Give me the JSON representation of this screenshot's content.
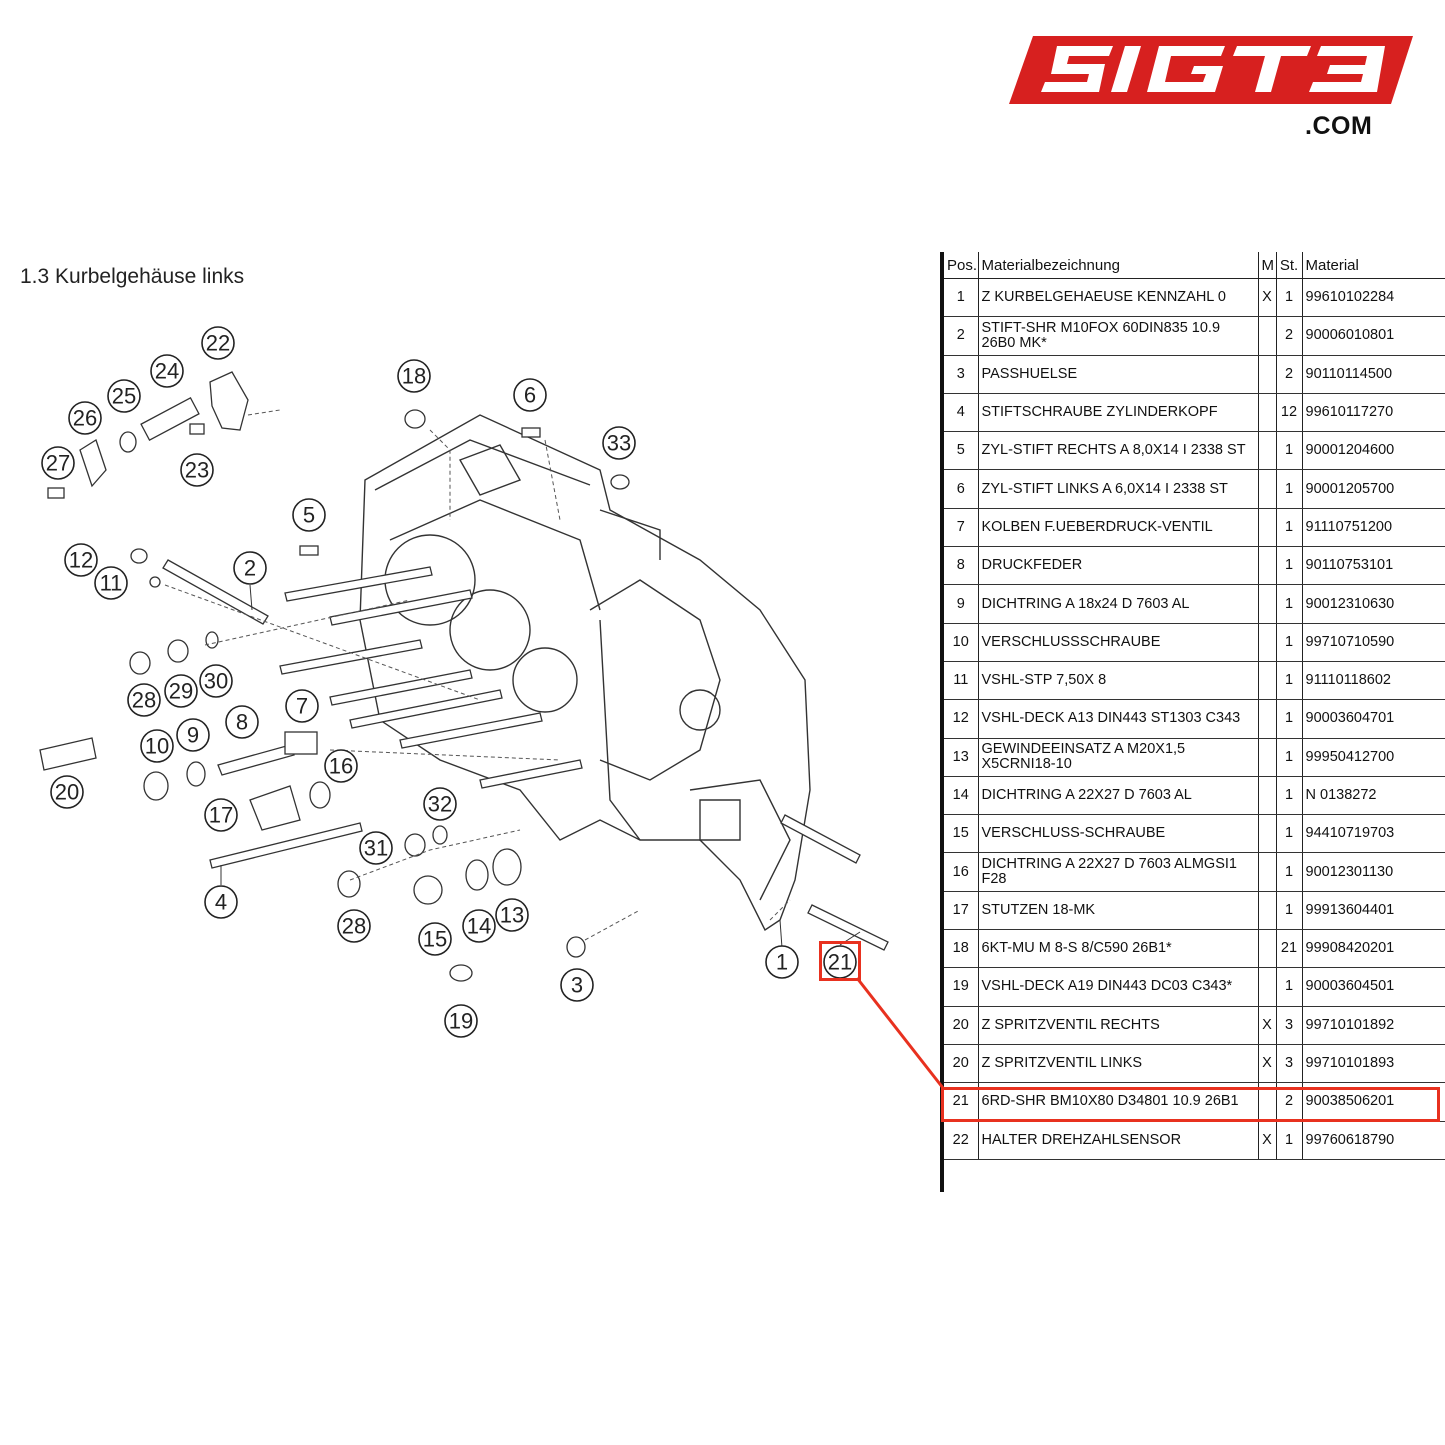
{
  "logo": {
    "brand": "51GT3",
    "domain": ".COM",
    "color": "#d7201f"
  },
  "section_title": "1.3  Kurbelgehäuse links",
  "diagram": {
    "callouts": [
      "22",
      "24",
      "25",
      "26",
      "27",
      "23",
      "18",
      "6",
      "33",
      "5",
      "12",
      "2",
      "11",
      "28",
      "29",
      "30",
      "7",
      "8",
      "10",
      "9",
      "16",
      "20",
      "17",
      "32",
      "31",
      "4",
      "28",
      "15",
      "14",
      "13",
      "19",
      "3",
      "1",
      "21"
    ],
    "highlighted_callout": "21"
  },
  "table": {
    "headers": {
      "pos": "Pos.",
      "name": "Materialbezeichnung",
      "m": "M",
      "st": "St.",
      "material": "Material"
    },
    "rows": [
      {
        "pos": "1",
        "name": "Z KURBELGEHAEUSE KENNZAHL 0",
        "m": "X",
        "st": "1",
        "material": "99610102284"
      },
      {
        "pos": "2",
        "name": "STIFT-SHR M10FOX 60DIN835 10.9 26B0 MK*",
        "m": "",
        "st": "2",
        "material": "90006010801"
      },
      {
        "pos": "3",
        "name": "PASSHUELSE",
        "m": "",
        "st": "2",
        "material": "90110114500"
      },
      {
        "pos": "4",
        "name": "STIFTSCHRAUBE ZYLINDERKOPF",
        "m": "",
        "st": "12",
        "material": "99610117270"
      },
      {
        "pos": "5",
        "name": "ZYL-STIFT RECHTS A 8,0X14 I 2338 ST",
        "m": "",
        "st": "1",
        "material": "90001204600"
      },
      {
        "pos": "6",
        "name": "ZYL-STIFT LINKS A 6,0X14 I 2338 ST",
        "m": "",
        "st": "1",
        "material": "90001205700"
      },
      {
        "pos": "7",
        "name": "KOLBEN F.UEBERDRUCK-VENTIL",
        "m": "",
        "st": "1",
        "material": "91110751200"
      },
      {
        "pos": "8",
        "name": "DRUCKFEDER",
        "m": "",
        "st": "1",
        "material": "90110753101"
      },
      {
        "pos": "9",
        "name": "DICHTRING A 18x24 D 7603 AL",
        "m": "",
        "st": "1",
        "material": "90012310630"
      },
      {
        "pos": "10",
        "name": "VERSCHLUSSSCHRAUBE",
        "m": "",
        "st": "1",
        "material": "99710710590"
      },
      {
        "pos": "11",
        "name": "VSHL-STP 7,50X 8",
        "m": "",
        "st": "1",
        "material": "91110118602"
      },
      {
        "pos": "12",
        "name": "VSHL-DECK A13 DIN443 ST1303 C343",
        "m": "",
        "st": "1",
        "material": "90003604701"
      },
      {
        "pos": "13",
        "name": "GEWINDEEINSATZ A M20X1,5 X5CRNI18-10",
        "m": "",
        "st": "1",
        "material": "99950412700"
      },
      {
        "pos": "14",
        "name": "DICHTRING A 22X27 D 7603 AL",
        "m": "",
        "st": "1",
        "material": "N 0138272"
      },
      {
        "pos": "15",
        "name": "VERSCHLUSS-SCHRAUBE",
        "m": "",
        "st": "1",
        "material": "94410719703"
      },
      {
        "pos": "16",
        "name": "DICHTRING A 22X27 D 7603 ALMGSI1 F28",
        "m": "",
        "st": "1",
        "material": "90012301130"
      },
      {
        "pos": "17",
        "name": "STUTZEN 18-MK",
        "m": "",
        "st": "1",
        "material": "99913604401"
      },
      {
        "pos": "18",
        "name": "6KT-MU M 8-S 8/C590 26B1*",
        "m": "",
        "st": "21",
        "material": "99908420201"
      },
      {
        "pos": "19",
        "name": "VSHL-DECK A19 DIN443 DC03 C343*",
        "m": "",
        "st": "1",
        "material": "90003604501"
      },
      {
        "pos": "20",
        "name": "Z SPRITZVENTIL RECHTS",
        "m": "X",
        "st": "3",
        "material": "99710101892"
      },
      {
        "pos": "20",
        "name": "Z SPRITZVENTIL LINKS",
        "m": "X",
        "st": "3",
        "material": "99710101893"
      },
      {
        "pos": "21",
        "name": "6RD-SHR BM10X80 D34801 10.9 26B1",
        "m": "",
        "st": "2",
        "material": "90038506201"
      },
      {
        "pos": "22",
        "name": "HALTER DREHZAHLSENSOR",
        "m": "X",
        "st": "1",
        "material": "99760618790"
      }
    ],
    "highlighted_pos": "21",
    "highlight_color": "#e8311f"
  }
}
